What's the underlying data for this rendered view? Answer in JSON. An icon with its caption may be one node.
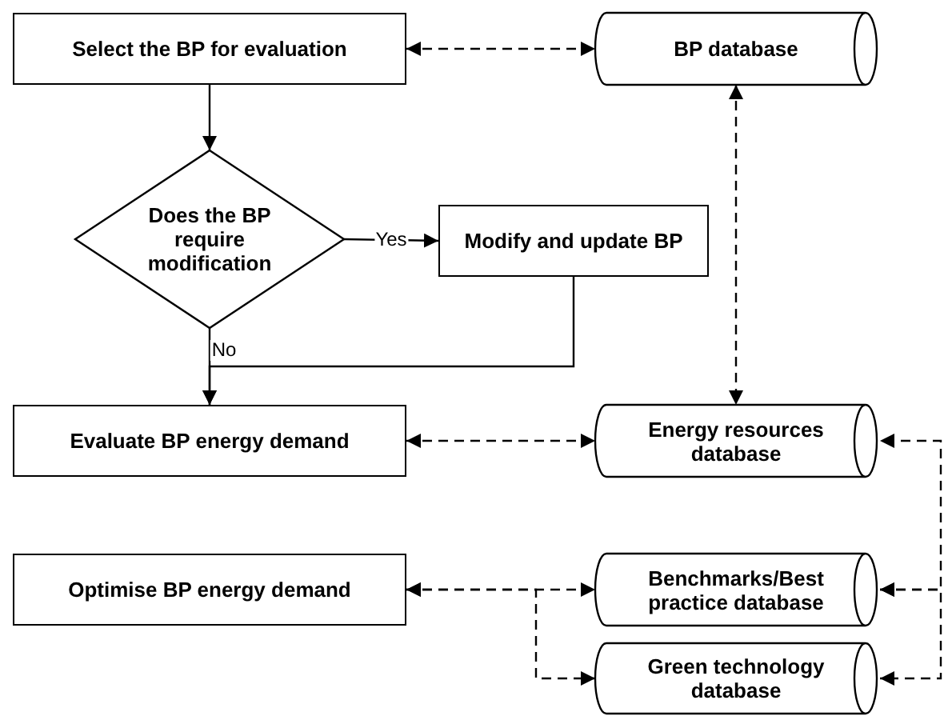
{
  "diagram": {
    "nodes": [
      {
        "text": [
          "Select the BP for evaluation"
        ]
      },
      {
        "text": [
          "BP database"
        ]
      },
      {
        "text": [
          "Does the BP require modification"
        ]
      },
      {
        "text": [
          "Modify and update BP"
        ]
      },
      {
        "text": [
          "Evaluate BP energy demand"
        ]
      },
      {
        "text": [
          "Energy resources database"
        ]
      },
      {
        "text": [
          "Optimise BP energy demand"
        ]
      },
      {
        "text": [
          "Benchmarks/Best practice database"
        ]
      },
      {
        "text": [
          "Green technology database"
        ]
      }
    ],
    "edges": [
      {
        "from": 0,
        "to": 1,
        "arrow": "both",
        "style": "dashed"
      },
      {
        "from": 0,
        "to": 2,
        "arrow": "to"
      },
      {
        "from": 2,
        "to": 3,
        "arrow": "to",
        "label": "Yes"
      },
      {
        "from": 2,
        "to": 4,
        "arrow": "to",
        "label": "No"
      },
      {
        "from": 3,
        "to": 4,
        "arrow": "to"
      },
      {
        "from": 1,
        "to": 5,
        "arrow": "both",
        "style": "dashed"
      },
      {
        "from": 4,
        "to": 5,
        "arrow": "both",
        "style": "dashed"
      },
      {
        "from": 6,
        "to": 7,
        "arrow": "both",
        "style": "dashed"
      },
      {
        "from": 6,
        "to": 8,
        "arrow": "both",
        "style": "dashed"
      },
      {
        "from": 7,
        "to": 5,
        "arrow": "both",
        "style": "dashed"
      },
      {
        "from": 7,
        "to": 8,
        "arrow": "both",
        "style": "dashed"
      }
    ]
  }
}
